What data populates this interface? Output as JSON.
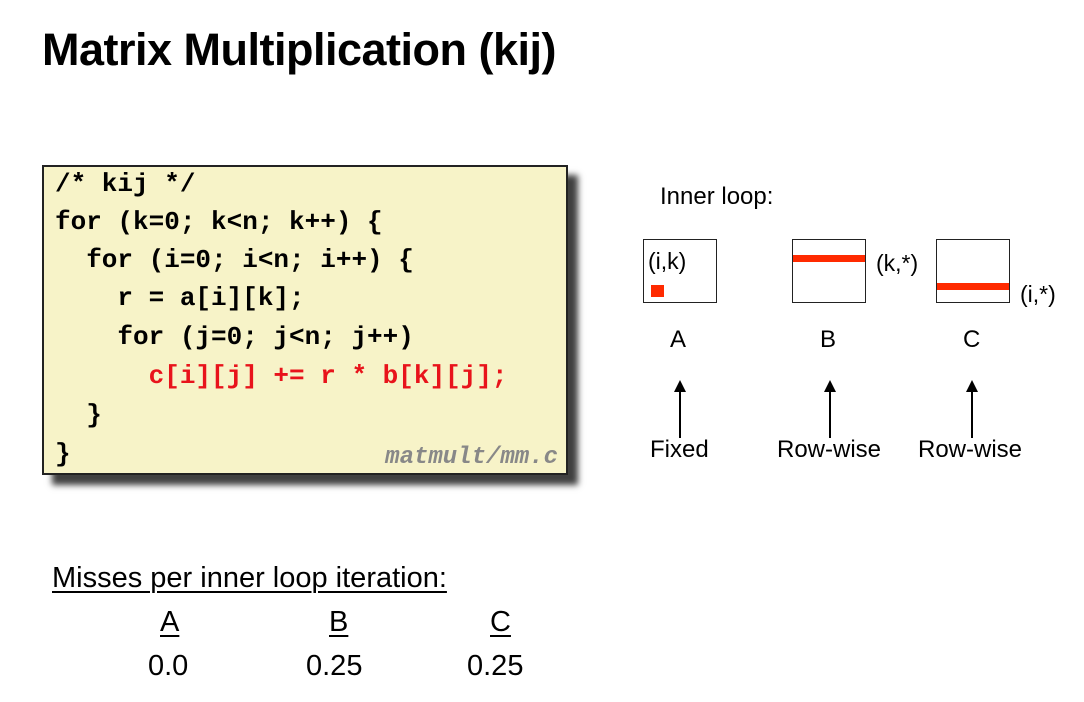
{
  "title": "Matrix Multiplication (kij)",
  "code": {
    "lines": [
      "/* kij */",
      "for (k=0; k<n; k++) {",
      "  for (i=0; i<n; i++) {",
      "    r = a[i][k];",
      "    for (j=0; j<n; j++)",
      "      c[i][j] += r * b[k][j];",
      "  }",
      "}"
    ],
    "highlight_color": "#e8131b",
    "filename": "matmult/mm.c"
  },
  "diagram": {
    "heading": "Inner loop:",
    "matrices": [
      {
        "name": "A",
        "index": "(i,k)",
        "access": "Fixed"
      },
      {
        "name": "B",
        "index": "(k,*)",
        "access": "Row-wise"
      },
      {
        "name": "C",
        "index": "(i,*)",
        "access": "Row-wise"
      }
    ],
    "accent": "#ff2a00"
  },
  "misses": {
    "heading": "Misses per inner loop iteration:",
    "columns": [
      {
        "name": "A",
        "value": "0.0"
      },
      {
        "name": "B",
        "value": "0.25"
      },
      {
        "name": "C",
        "value": "0.25"
      }
    ]
  }
}
